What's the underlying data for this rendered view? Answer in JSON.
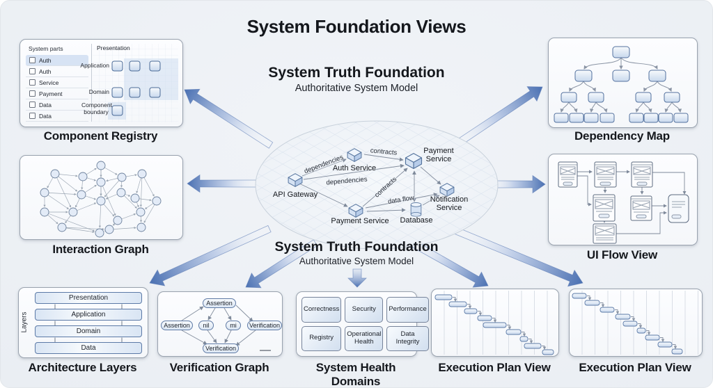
{
  "title": "System Foundation Views",
  "center": {
    "heading": "System Truth Foundation",
    "subheading": "Authoritative System Model",
    "caption_heading": "System Truth Foundation",
    "caption_subheading": "Authoritative System Model",
    "nodes": {
      "api_gateway": "API Gateway",
      "auth_service": "Auth Service",
      "payment_service_top": "Payment Service",
      "payment_service_bottom": "Payment Service",
      "database": "Database",
      "notification_service": "Notification Service"
    },
    "edge_labels": {
      "dependencies_a": "dependencies",
      "dependencies_b": "dependencies",
      "contracts_a": "contracts",
      "contracts_b": "contracts",
      "data_flow": "data flow"
    }
  },
  "panels": {
    "component_registry": {
      "label": "Component Registry",
      "list_header": "System parts",
      "list_items": [
        "Auth",
        "Auth",
        "Service",
        "Payment",
        "Data",
        "Data"
      ],
      "row_presentation": "Presentation",
      "row_application": "Application",
      "row_domain": "Domain",
      "row_component_boundary": "Component boundary"
    },
    "dependency_map": {
      "label": "Dependency Map"
    },
    "interaction_graph": {
      "label": "Interaction Graph"
    },
    "ui_flow_view": {
      "label": "UI Flow View"
    },
    "architecture_layers": {
      "label": "Architecture Layers",
      "axis": "Layers",
      "layers": [
        "Presentation",
        "Application",
        "Domain",
        "Data"
      ]
    },
    "verification_graph": {
      "label": "Verification Graph",
      "nodes": {
        "top": "Assertion",
        "left": "Assertion",
        "mid_a": "nil",
        "mid_b": "mi",
        "right": "Verification",
        "bottom": "Verification"
      }
    },
    "system_health_domains": {
      "label": "System Health Domains",
      "cells": [
        "Correctness",
        "Security",
        "Performance",
        "Registry",
        "Operational Health",
        "Data Integrity"
      ]
    },
    "execution_plan_a": {
      "label": "Execution Plan View"
    },
    "execution_plan_b": {
      "label": "Execution Plan View"
    }
  },
  "colors": {
    "arrow_blue": "#4a70b2",
    "node_fill": "#d9e5f5",
    "panel_border": "#99a2ae",
    "background": "#edf1f5",
    "text": "#14171c"
  }
}
